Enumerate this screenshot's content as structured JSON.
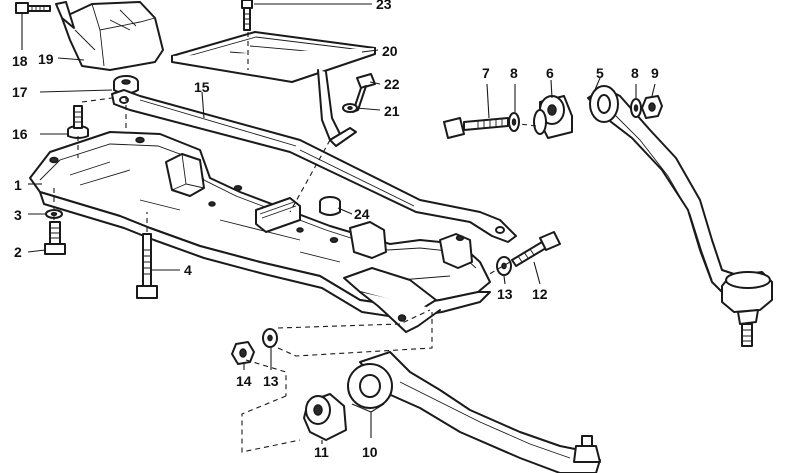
{
  "callouts": [
    {
      "id": "1",
      "text": "1"
    },
    {
      "id": "2",
      "text": "2"
    },
    {
      "id": "3",
      "text": "3"
    },
    {
      "id": "4",
      "text": "4"
    },
    {
      "id": "5",
      "text": "5"
    },
    {
      "id": "6",
      "text": "6"
    },
    {
      "id": "7",
      "text": "7"
    },
    {
      "id": "8a",
      "text": "8"
    },
    {
      "id": "8b",
      "text": "8"
    },
    {
      "id": "9",
      "text": "9"
    },
    {
      "id": "10",
      "text": "10"
    },
    {
      "id": "11",
      "text": "11"
    },
    {
      "id": "12",
      "text": "12"
    },
    {
      "id": "13a",
      "text": "13"
    },
    {
      "id": "13b",
      "text": "13"
    },
    {
      "id": "14",
      "text": "14"
    },
    {
      "id": "15",
      "text": "15"
    },
    {
      "id": "16",
      "text": "16"
    },
    {
      "id": "17",
      "text": "17"
    },
    {
      "id": "18",
      "text": "18"
    },
    {
      "id": "19",
      "text": "19"
    },
    {
      "id": "20",
      "text": "20"
    },
    {
      "id": "21",
      "text": "21"
    },
    {
      "id": "22",
      "text": "22"
    },
    {
      "id": "23",
      "text": "23"
    },
    {
      "id": "24",
      "text": "24"
    }
  ]
}
